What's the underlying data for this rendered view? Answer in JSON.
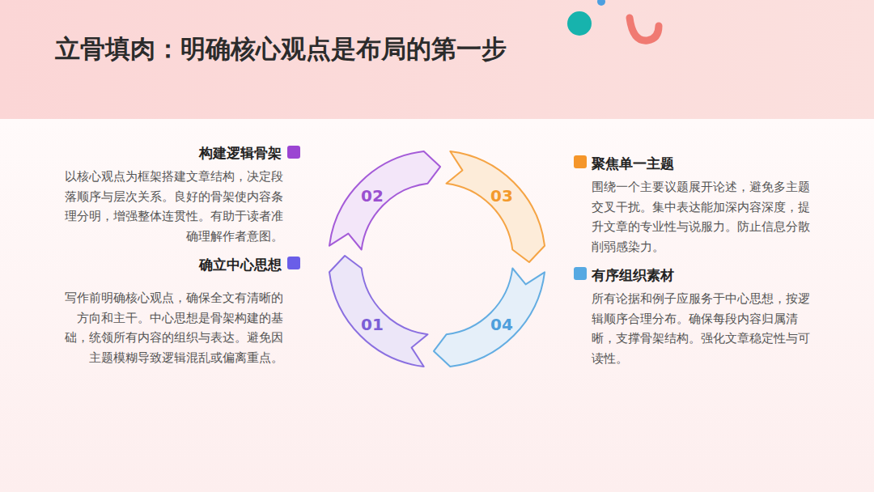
{
  "diagram": {
    "title": "立骨填肉：明确核心观点是布局的第一步",
    "nodes": [
      {
        "text": [
          "01"
        ]
      },
      {
        "text": [
          "02"
        ]
      },
      {
        "text": [
          "03"
        ]
      },
      {
        "text": [
          "04"
        ]
      }
    ],
    "labels": [
      "构建逻辑骨架",
      "以核心观点为框架搭建文章结构，决定段落顺序与层次关系。良好的骨架使内容条理分明，增强整体连贯性。有助于读者准确理解作者意图。",
      "确立中心思想",
      "写作前明确核心观点，确保全文有清晰的方向和主干。中心思想是骨架构建的基础，统领所有内容的组织与表达。避免因主题模糊导致逻辑混乱或偏离重点。",
      "聚焦单一主题",
      "围绕一个主要议题展开论述，避免多主题交叉干扰。集中表达能加深内容深度，提升文章的专业性与说服力。防止信息分散削弱感染力。",
      "有序组织素材",
      "所有论据和例子应服务于中心思想，按逻辑顺序合理分布。确保每段内容归属清晰，支撑骨架结构。强化文章稳定性与可读性。"
    ]
  }
}
